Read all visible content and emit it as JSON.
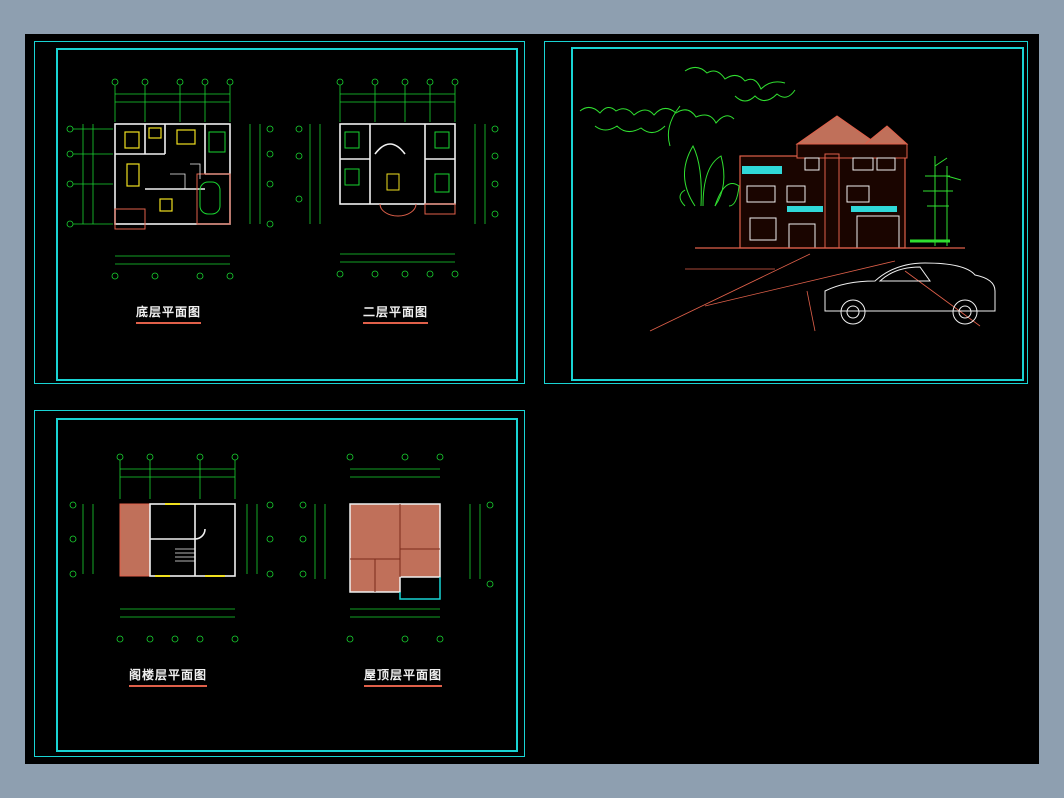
{
  "drawing_sheets": {
    "plan_sheet": {
      "ground_floor_title": "底层平面图",
      "second_floor_title": "二层平面图"
    },
    "elevation_sheet": {},
    "roof_sheet": {
      "attic_floor_title": "阁楼层平面图",
      "roof_floor_title": "屋顶层平面图"
    }
  },
  "colors": {
    "background": "#000000",
    "frame": "#19d4d4",
    "wall": "#f0f0f0",
    "dimension": "#19d430",
    "accent_red": "#e0604a",
    "roof_fill": "#c0705a",
    "window_yellow": "#f0e020",
    "window_cyan": "#30d8d8",
    "tree_green": "#30e030",
    "outer_gray": "#8e9fb0"
  }
}
